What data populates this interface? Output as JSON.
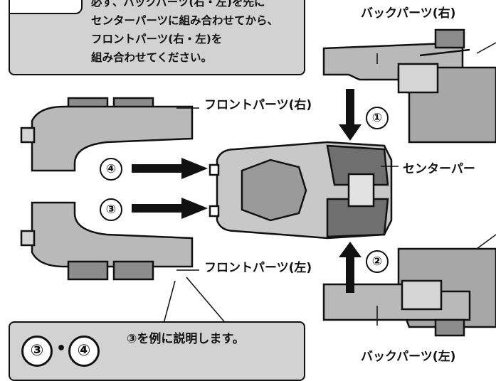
{
  "instruction_box": {
    "lines": [
      "必ず、バックパーツ(右・左)を先に",
      "センターパーツに組み合わせてから、",
      "フロントパーツ(右・左)を",
      "組み合わせてください。"
    ]
  },
  "labels": {
    "back_right": "バックパーツ(右)",
    "front_right": "フロントパーツ(右)",
    "center": "センターパー",
    "front_left": "フロントパーツ(左)",
    "back_left": "バックパーツ(左)"
  },
  "steps": {
    "step1": "①",
    "step2": "②",
    "step3": "③",
    "step4": "④"
  },
  "example_box": {
    "badge_a": "③",
    "dot": "•",
    "badge_b": "④",
    "text": "③を例に説明します。"
  }
}
